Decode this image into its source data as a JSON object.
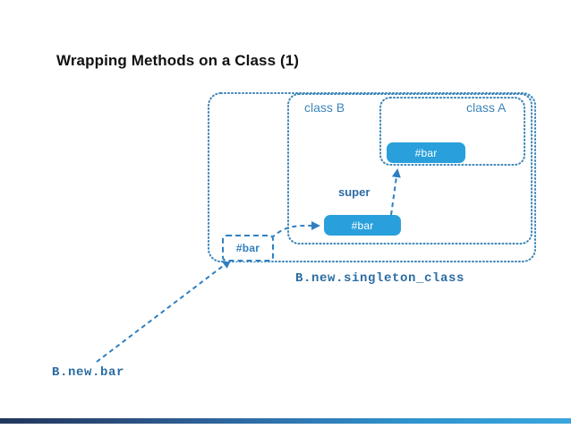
{
  "slide": {
    "title": "Wrapping Methods on a Class (1)",
    "background_color": "#ffffff",
    "accent_color": "#29a0db",
    "label_color": "#3d85b8",
    "code_color": "#2b6ca3"
  },
  "diagram": {
    "type": "ruby-singleton-class-method-wrapping",
    "outer_box_label": "B.new.singleton_class",
    "boxes": [
      {
        "name": "singleton-class-box",
        "label": "",
        "style": "dotted"
      },
      {
        "name": "class-b-box",
        "label": "class B",
        "style": "dotted"
      },
      {
        "name": "class-a-box",
        "label": "class A",
        "style": "dotted"
      }
    ],
    "labels": {
      "class_b": "class B",
      "class_a": "class A",
      "super": "super"
    },
    "methods": [
      {
        "name": "method-bar-class-a",
        "label": "#bar",
        "style": "filled"
      },
      {
        "name": "method-bar-class-b",
        "label": "#bar",
        "style": "filled"
      },
      {
        "name": "method-bar-singleton",
        "label": "#bar",
        "style": "dashed-outline"
      }
    ],
    "call_labels": {
      "entry_call": "B.new.bar",
      "singleton_class": "B.new.singleton_class"
    },
    "arrows": [
      {
        "name": "arrow-entry-to-singleton-bar",
        "from": "B.new.bar",
        "to": "#bar (singleton)",
        "style": "dashed"
      },
      {
        "name": "arrow-singleton-bar-to-class-b-bar",
        "from": "#bar (singleton)",
        "to": "#bar (class B)",
        "style": "dashed"
      },
      {
        "name": "arrow-super-class-b-to-class-a",
        "from": "#bar (class B)",
        "to": "#bar (class A)",
        "style": "dashed",
        "label": "super"
      }
    ]
  }
}
